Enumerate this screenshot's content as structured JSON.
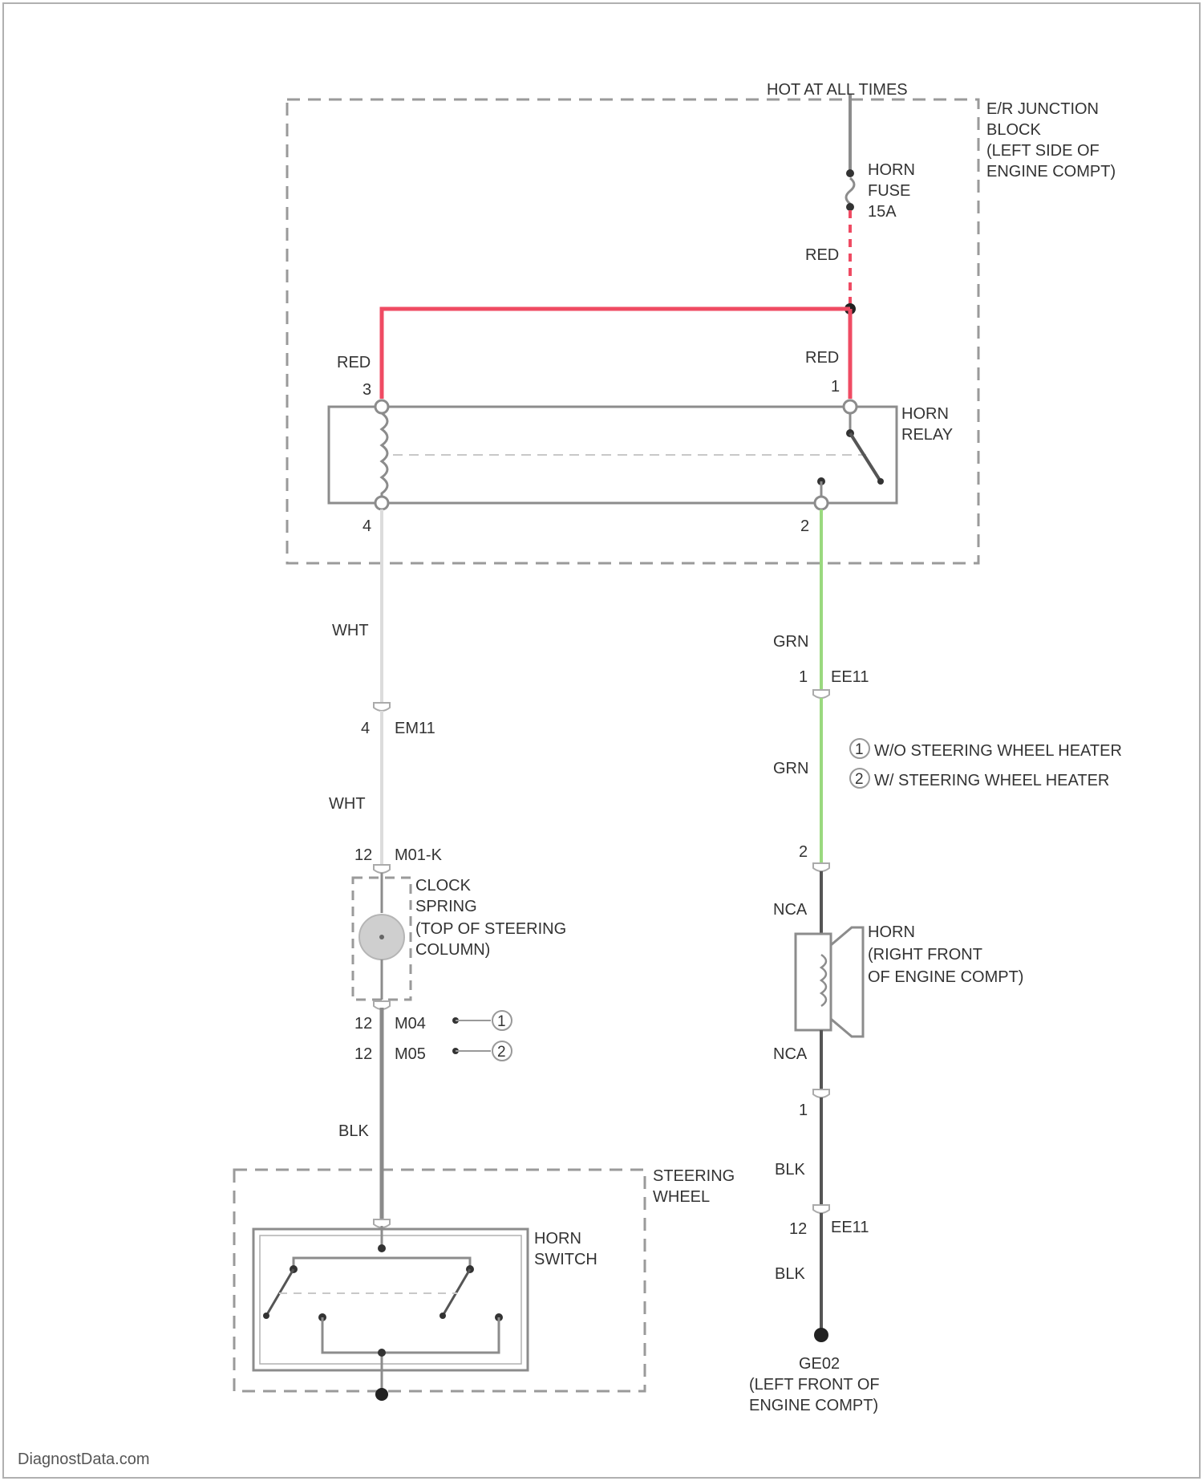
{
  "labels": {
    "hot_at_all_times": "HOT AT ALL TIMES",
    "ejb_1": "E/R JUNCTION",
    "ejb_2": "BLOCK",
    "ejb_3": "(LEFT SIDE OF",
    "ejb_4": "ENGINE COMPT)",
    "fuse_1": "HORN",
    "fuse_2": "FUSE",
    "fuse_3": "15A",
    "wire_red_fuse": "RED",
    "wire_red_left": "RED",
    "wire_red_right": "RED",
    "pin_relay_3": "3",
    "pin_relay_1": "1",
    "pin_relay_4": "4",
    "pin_relay_2": "2",
    "relay_1": "HORN",
    "relay_2": "RELAY",
    "wire_wht_1": "WHT",
    "pin_em11": "4",
    "conn_em11": "EM11",
    "wire_wht_2": "WHT",
    "pin_m01": "12",
    "conn_m01": "M01-K",
    "clock_1": "CLOCK",
    "clock_2": "SPRING",
    "clock_3": "(TOP OF STEERING",
    "clock_4": "COLUMN)",
    "pin_m04": "12",
    "conn_m04": "M04",
    "pin_m05": "12",
    "conn_m05": "M05",
    "note_1": "1",
    "note_2": "2",
    "wire_blk_left": "BLK",
    "sw_wheel_1": "STEERING",
    "sw_wheel_2": "WHEEL",
    "horn_switch_1": "HORN",
    "horn_switch_2": "SWITCH",
    "wire_grn_1": "GRN",
    "pin_ee11_top": "1",
    "conn_ee11_top": "EE11",
    "wire_grn_2": "GRN",
    "legend_num_1": "1",
    "legend_text_1": "W/O STEERING WHEEL HEATER",
    "legend_num_2": "2",
    "legend_text_2": "W/ STEERING WHEEL HEATER",
    "pin_horn_2": "2",
    "wire_nca_1": "NCA",
    "horn_1": "HORN",
    "horn_2": "(RIGHT FRONT",
    "horn_3": "OF ENGINE COMPT)",
    "wire_nca_2": "NCA",
    "pin_horn_1": "1",
    "wire_blk_r1": "BLK",
    "pin_ee11_bot": "12",
    "conn_ee11_bot": "EE11",
    "wire_blk_r2": "BLK",
    "ground_1": "GE02",
    "ground_2": "(LEFT FRONT OF",
    "ground_3": "ENGINE COMPT)",
    "watermark": "DiagnostData.com"
  },
  "colors": {
    "red_wire": "#ef4b63",
    "green_wire": "#9ad97f",
    "white_wire": "#dcdcdc",
    "dark_wire": "#555555",
    "outline": "#8c8c8c",
    "dashed": "#9a9a9a"
  }
}
